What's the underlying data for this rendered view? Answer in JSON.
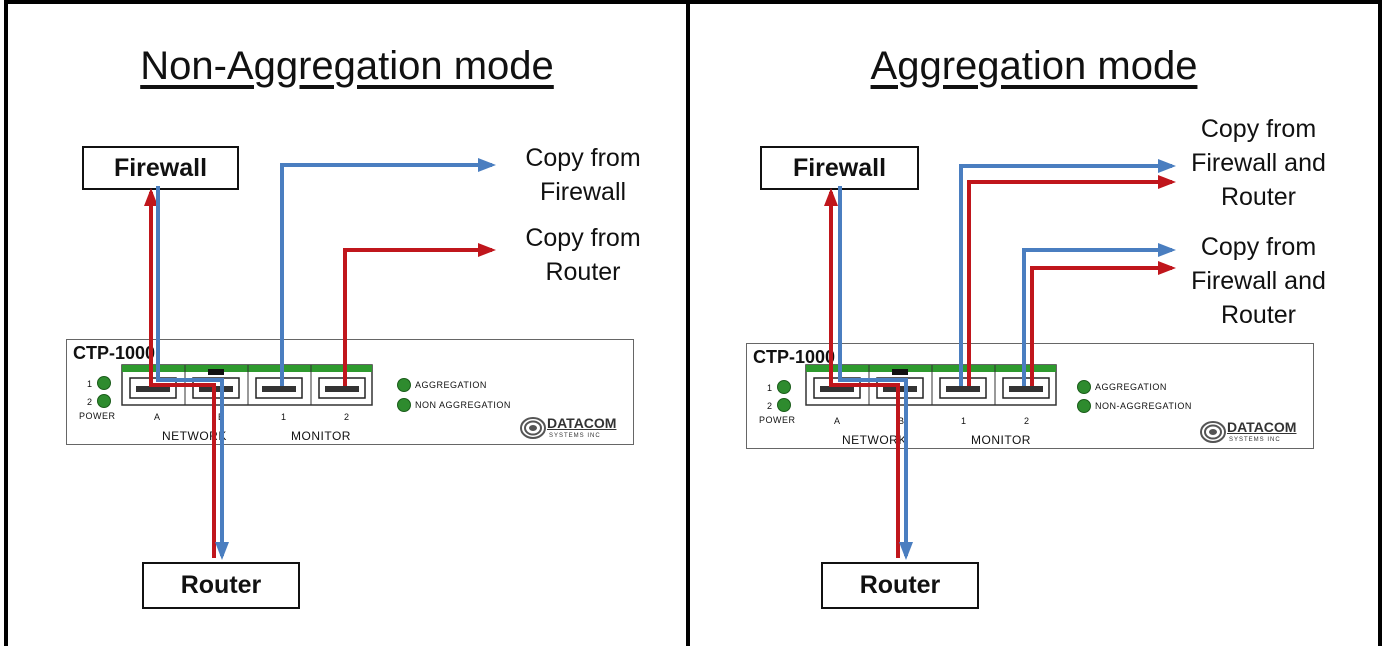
{
  "left": {
    "title": "Non-Aggregation mode",
    "firewall": "Firewall",
    "router": "Router",
    "copy_top": "Copy from\nFirewall",
    "copy_bottom": "Copy from\nRouter"
  },
  "right": {
    "title": "Aggregation mode",
    "firewall": "Firewall",
    "router": "Router",
    "copy_top": "Copy from\nFirewall and\nRouter",
    "copy_bottom": "Copy from\nFirewall and\nRouter"
  },
  "device": {
    "name": "CTP-1000",
    "led1": "1",
    "led2": "2",
    "power": "POWER",
    "port_a": "A",
    "port_b": "B",
    "port_1": "1",
    "port_2": "2",
    "network": "NETWORK",
    "monitor": "MONITOR",
    "left_aggregation": "AGGREGATION",
    "left_non_aggregation": "NON AGGREGATION",
    "right_aggregation": "AGGREGATION",
    "right_non_aggregation": "NON-AGGREGATION",
    "logo": "DATACOM",
    "logo_sub": "SYSTEMS INC"
  },
  "colors": {
    "blue": "#4a7ec0",
    "red": "#c0161c",
    "led": "#2e8b2e",
    "port_top": "#2e9a2e"
  },
  "icons": [
    "datacom-logo-icon",
    "rj45-port-icon",
    "led-icon"
  ]
}
